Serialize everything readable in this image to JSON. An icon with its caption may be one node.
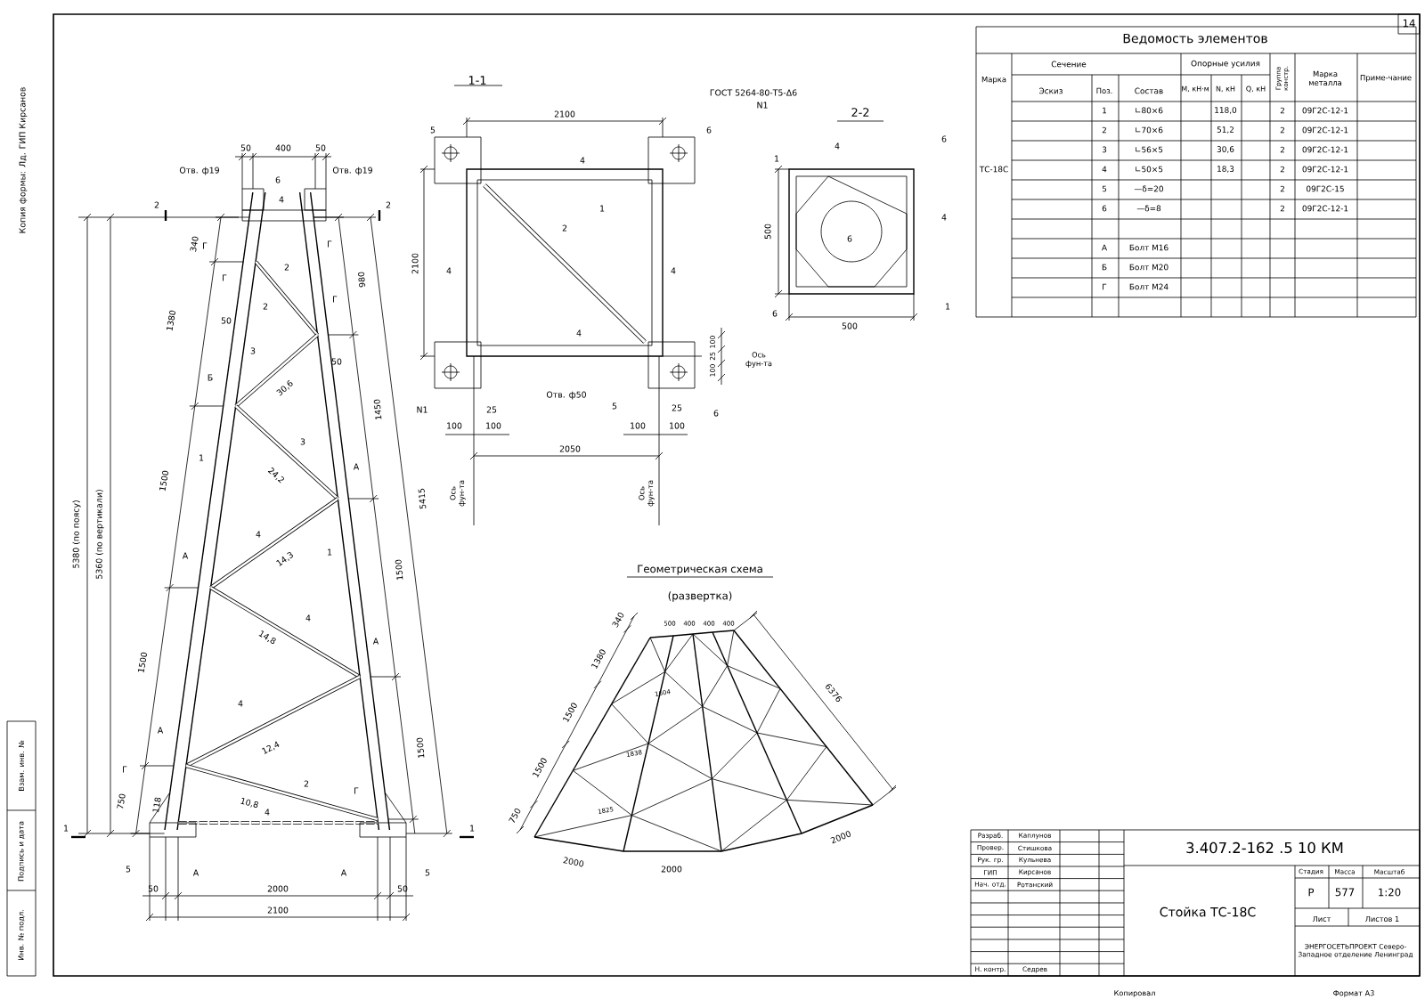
{
  "diagram": {
    "labels": [
      "14",
      "Копия формы: Лд. ГИП Кирсанов",
      "Взам. инв. №",
      "Подпись и дата",
      "Инв. № подл.",
      "Ведомость элементов",
      "Марка",
      "Сечение",
      "Эскиз",
      "Поз.",
      "Состав",
      "Опорные усилия",
      "M, кН·м",
      "N, кН",
      "Q, кН",
      "Группа констр.",
      "Марка металла",
      "Приме-чание",
      "ТС-18С",
      "1",
      "∟80×6",
      "118,0",
      "2",
      "09Г2С-12-1",
      "2",
      "∟70×6",
      "51,2",
      "2",
      "09Г2С-12-1",
      "3",
      "∟56×5",
      "30,6",
      "2",
      "09Г2С-12-1",
      "4",
      "∟50×5",
      "18,3",
      "2",
      "09Г2С-12-1",
      "5",
      "—δ=20",
      "2",
      "09Г2С-15",
      "6",
      "—δ=8",
      "2",
      "09Г2С-12-1",
      "А",
      "Болт М16",
      "Б",
      "Болт М20",
      "Г",
      "Болт М24",
      "Разраб.",
      "Каплунов",
      "Провер.",
      "Стишкова",
      "Рук. гр.",
      "Кульнева",
      "ГИП",
      "Кирсанов",
      "Нач. отд.",
      "Ротанский",
      "Н. контр.",
      "Седрев",
      "3.407.2-162 .5 10 КМ",
      "Стойка ТС-18С",
      "Стадия",
      "Масса",
      "Масштаб",
      "Р",
      "577",
      "1:20",
      "Лист",
      "Листов 1",
      "ЭНЕРГОСЕТЬПРОЕКТ Северо-Западное отделение Ленинград",
      "Копировал",
      "Формат А3",
      "50",
      "400",
      "50",
      "Отв. ф19",
      "Отв. ф19",
      "6",
      "4",
      "2",
      "2",
      "340",
      "Г",
      "Г",
      "2",
      "Г",
      "Г",
      "1380",
      "980",
      "50",
      "2",
      "3",
      "50",
      "30,6",
      "Б",
      "1450",
      "3",
      "24,2",
      "1",
      "1500",
      "А",
      "5415",
      "4",
      "14,3",
      "А",
      "1",
      "1500",
      "4",
      "14,8",
      "А",
      "1500",
      "4",
      "12,4",
      "1500",
      "А",
      "2",
      "10,8",
      "750",
      "118",
      "Г",
      "Г",
      "4",
      "1",
      "1",
      "5",
      "А",
      "А",
      "5",
      "50",
      "2000",
      "50",
      "2100",
      "5380 (по поясу)",
      "5360 (по вертикали)",
      "1-1",
      "ГОСТ 5264-80-Т5-Δ6",
      "N1",
      "2100",
      "5",
      "6",
      "4",
      "1",
      "2100",
      "2",
      "4",
      "4",
      "4",
      "Ось фун-та",
      "100",
      "25",
      "100",
      "Отв. ф50",
      "N1",
      "25",
      "5",
      "25",
      "6",
      "100",
      "100",
      "100",
      "100",
      "2050",
      "Ось фун-та",
      "Ось фун-та",
      "2-2",
      "1",
      "4",
      "6",
      "500",
      "6",
      "4",
      "6",
      "1",
      "500",
      "Геометрическая схема",
      "(развертка)",
      "340",
      "1380",
      "1500",
      "1500",
      "750",
      "6376",
      "2000",
      "2000",
      "2000",
      "500",
      "400",
      "400",
      "400",
      "1604",
      "1838",
      "1825"
    ]
  }
}
